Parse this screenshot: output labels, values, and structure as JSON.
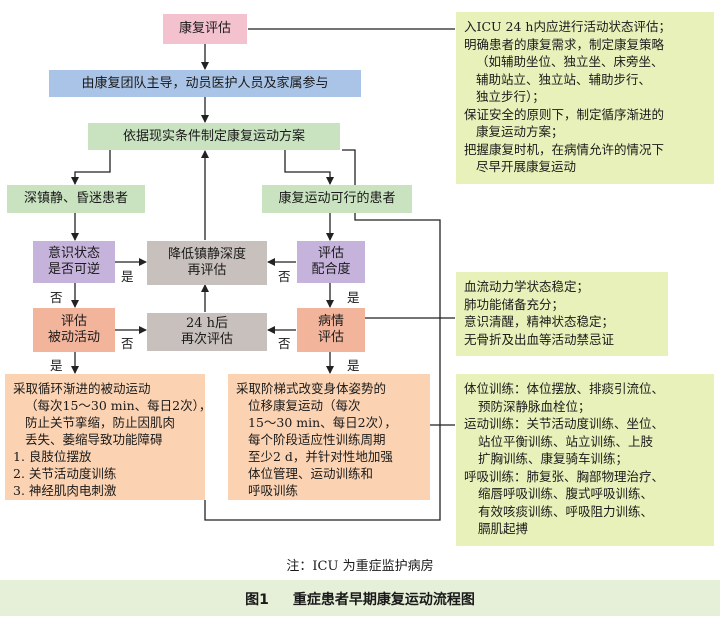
{
  "boxes": {
    "assess": "康复评估",
    "team": "由康复团队主导，动员医护人员及家属参与",
    "plan": "依据现实条件制定康复运动方案",
    "sedated": "深镇静、昏迷患者",
    "feasible": "康复运动可行的患者",
    "consciousness": [
      "意识状态",
      "是否可逆"
    ],
    "reduce_sedation": [
      "降低镇静深度",
      "再评估"
    ],
    "cooperation": [
      "评估",
      "配合度"
    ],
    "passive": [
      "评估",
      "被动活动"
    ],
    "reassess": [
      "24 h后",
      "再次评估"
    ],
    "condition": [
      "病情",
      "评估"
    ]
  },
  "labels": {
    "yes": "是",
    "no": "否"
  },
  "passive_plan": [
    "采取循环渐进的被动运动",
    "（每次15～30 min、每日2次），",
    "防止关节挛缩，防止因肌肉",
    "丢失、萎缩导致功能障碍",
    "1. 良肢位摆放",
    "2. 关节活动度训练",
    "3. 神经肌肉电刺激"
  ],
  "active_plan": [
    "采取阶梯式改变身体姿势的",
    "位移康复运动（每次",
    "15～30 min、每日2次），",
    "每个阶段适应性训练周期",
    "至少2 d，并针对性地加强",
    "体位管理、运动训练和",
    "呼吸训练"
  ],
  "notes": {
    "top": [
      "入ICU 24 h内应进行活动状态评估；",
      "明确患者的康复需求，制定康复策略",
      "（如辅助坐位、独立坐、床旁坐、",
      "辅助站立、独立站、辅助步行、",
      "独立步行）；",
      "保证安全的原则下，制定循序渐进的",
      "康复运动方案；",
      "把握康复时机，在病情允许的情况下",
      "尽早开展康复运动"
    ],
    "middle": [
      "血流动力学状态稳定；",
      "肺功能储备充分；",
      "意识清醒，精神状态稳定；",
      "无骨折及出血等活动禁忌证"
    ],
    "bottom": [
      "体位训练：体位摆放、排痰引流位、",
      "预防深静脉血栓位；",
      "运动训练：关节活动度训练、坐位、",
      "站位平衡训练、站立训练、上肢",
      "扩胸训练、康复骑车训练；",
      "呼吸训练：肺复张、胸部物理治疗、",
      "缩唇呼吸训练、腹式呼吸训练、",
      "有效咳痰训练、呼吸阻力训练、",
      "膈肌起搏"
    ]
  },
  "footnote": "注：ICU 为重症监护病房",
  "figure": {
    "number": "图1",
    "title": "重症患者早期康复运动流程图"
  }
}
